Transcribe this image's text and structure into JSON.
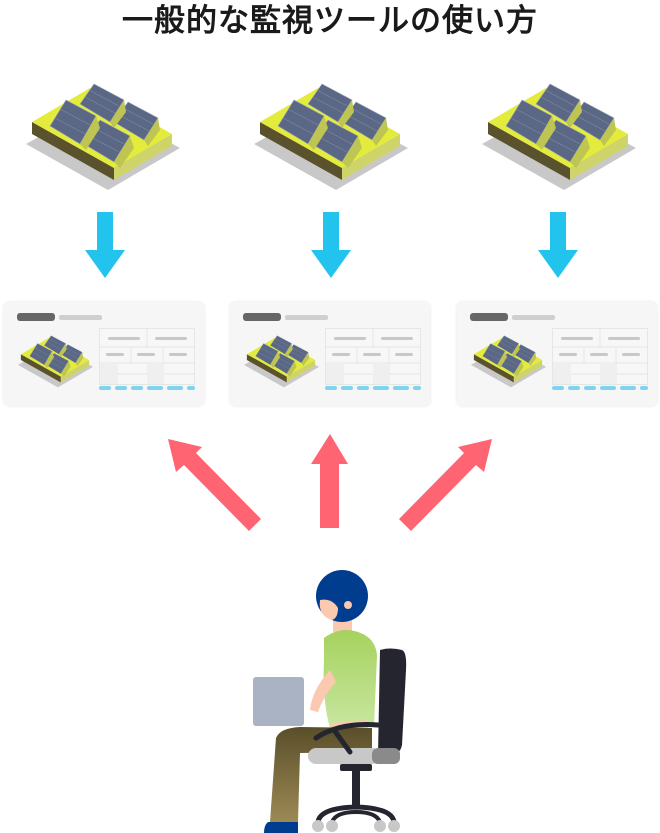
{
  "title": "一般的な監視ツールの使い方",
  "colors": {
    "down_arrow": "#22c4ee",
    "up_arrow": "#ff6473",
    "farm_top": "#e3ec3c",
    "farm_side_left": "#59522c",
    "farm_side_right": "#cfd46a",
    "solar_panel": "#5a6785",
    "panel_bg": "#f6f6f6",
    "hair": "#003d8f",
    "shirt": "#a7d46a",
    "pants": "#7a6a3c",
    "laptop": "#a9b3c3",
    "chair": "#24252e"
  },
  "sites": [
    {
      "name": "site-1",
      "tool": "monitoring-tool-1"
    },
    {
      "name": "site-2",
      "tool": "monitoring-tool-2"
    },
    {
      "name": "site-3",
      "tool": "monitoring-tool-3"
    }
  ],
  "icons": {
    "solar_farm": "solar-farm-icon",
    "down_arrow": "arrow-down-icon",
    "user_arrow": "arrow-up-icon",
    "person": "person-at-laptop-icon"
  }
}
